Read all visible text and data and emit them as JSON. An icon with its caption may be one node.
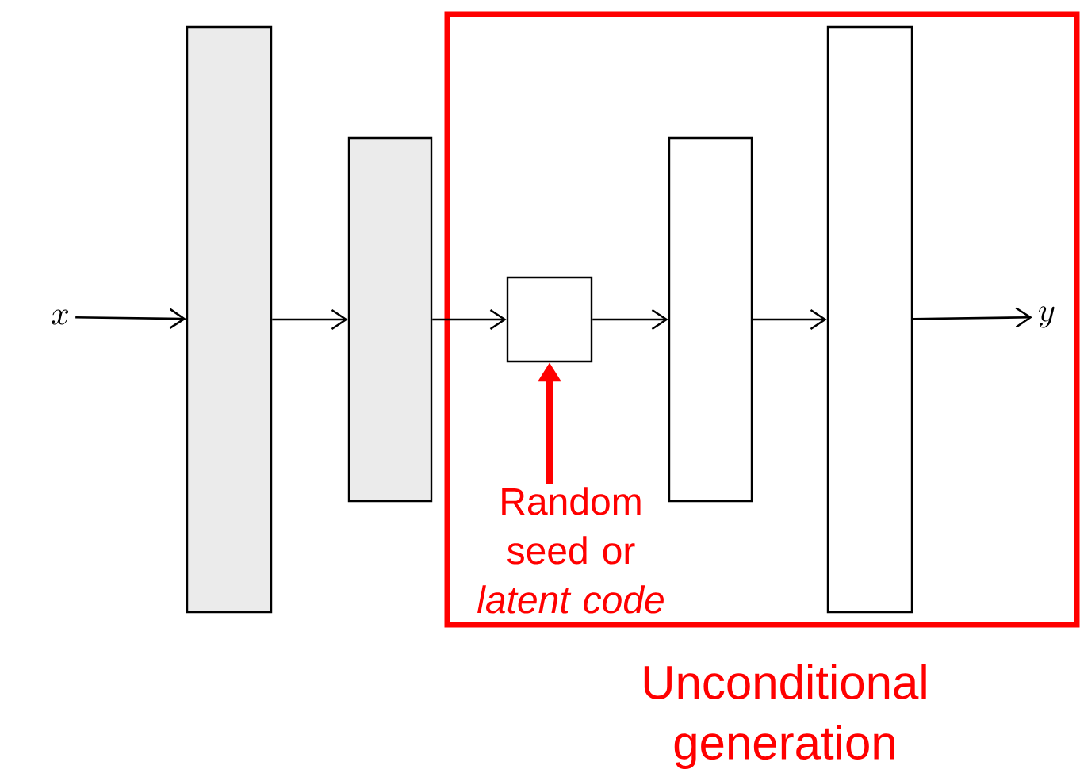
{
  "diagram": {
    "nodes": [
      {
        "text": [
          "x"
        ]
      },
      {
        "text": [],
        "shape": "bar"
      },
      {
        "text": [],
        "shape": "bar"
      },
      {
        "text": [
          "Unconditional generation"
        ]
      },
      {
        "text": [],
        "shape": "box",
        "in": 3
      },
      {
        "text": [],
        "shape": "bar",
        "in": 3
      },
      {
        "text": [],
        "shape": "bar",
        "in": 3
      },
      {
        "text": [
          "y"
        ],
        "in": 3
      },
      {
        "text": [
          "Random seed or *latent code*"
        ],
        "in": 3
      }
    ],
    "edges": [
      {
        "from": 0,
        "to": 1,
        "arrow": "to"
      },
      {
        "from": 1,
        "to": 2,
        "arrow": "to"
      },
      {
        "from": 2,
        "to": 4,
        "arrow": "to"
      },
      {
        "from": 4,
        "to": 5,
        "arrow": "to"
      },
      {
        "from": 5,
        "to": 6,
        "arrow": "to"
      },
      {
        "from": 6,
        "to": 7,
        "arrow": "to"
      },
      {
        "from": 8,
        "to": 4,
        "arrow": "to",
        "style": "thick",
        "color": "#ff0000"
      }
    ]
  }
}
